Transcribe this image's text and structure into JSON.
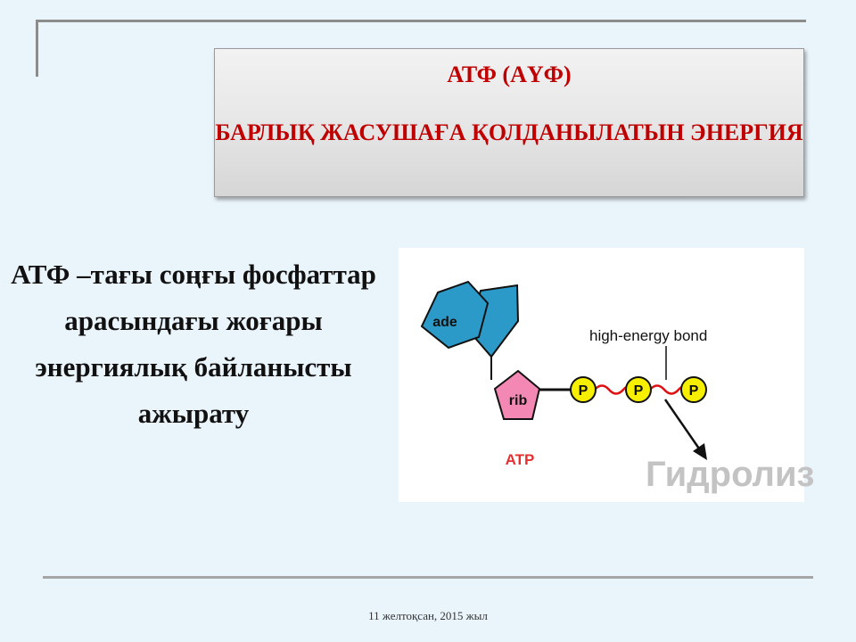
{
  "title": {
    "line1": "АТФ (АҮФ)",
    "line2": "БАРЛЫҚ ЖАСУШАҒА ҚОЛДАНЫЛАТЫН ЭНЕРГИЯ"
  },
  "body_text": "АТФ –тағы соңғы фосфаттар арасындағы жоғары энергиялық байланысты ажырату",
  "diagram": {
    "ade_label": "ade",
    "rib_label": "rib",
    "phosphate_label": "P",
    "bond_label": "high-energy bond",
    "molecule_label": "ATP",
    "colors": {
      "adenine": "#2c9ac9",
      "ribose": "#f488b4",
      "phosphate": "#f7ef00",
      "bond": "#e01010",
      "molecule_label": "#e53030"
    }
  },
  "hydrolysis_label": "Гидролиз",
  "footer": {
    "date": "11 желтоқсан, 2015 жыл"
  }
}
